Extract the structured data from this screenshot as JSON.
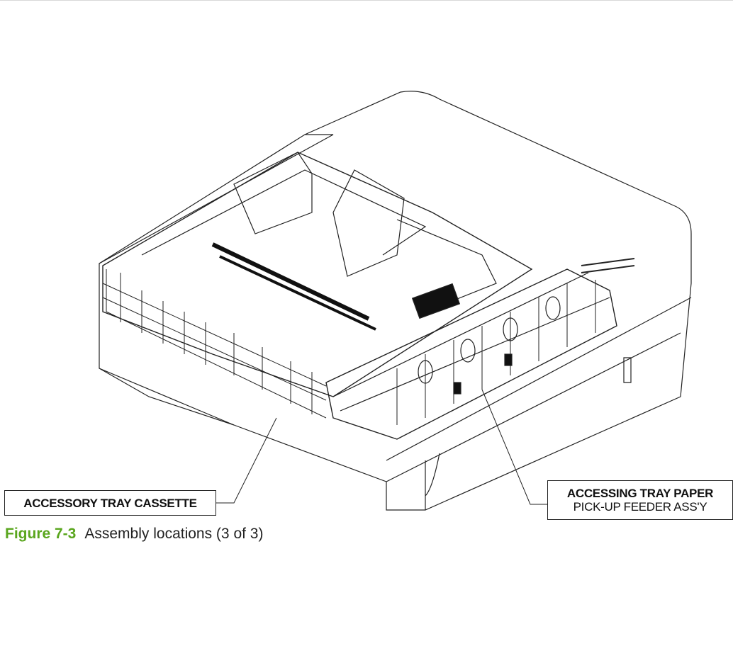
{
  "figure": {
    "number": "Figure 7-3",
    "title": "Assembly locations (3 of 3)",
    "number_color": "#5aa61e"
  },
  "callouts": {
    "cassette": "ACCESSORY TRAY CASSETTE",
    "feeder_line1": "ACCESSING TRAY PAPER",
    "feeder_line2": "PICK-UP FEEDER ASS'Y"
  }
}
